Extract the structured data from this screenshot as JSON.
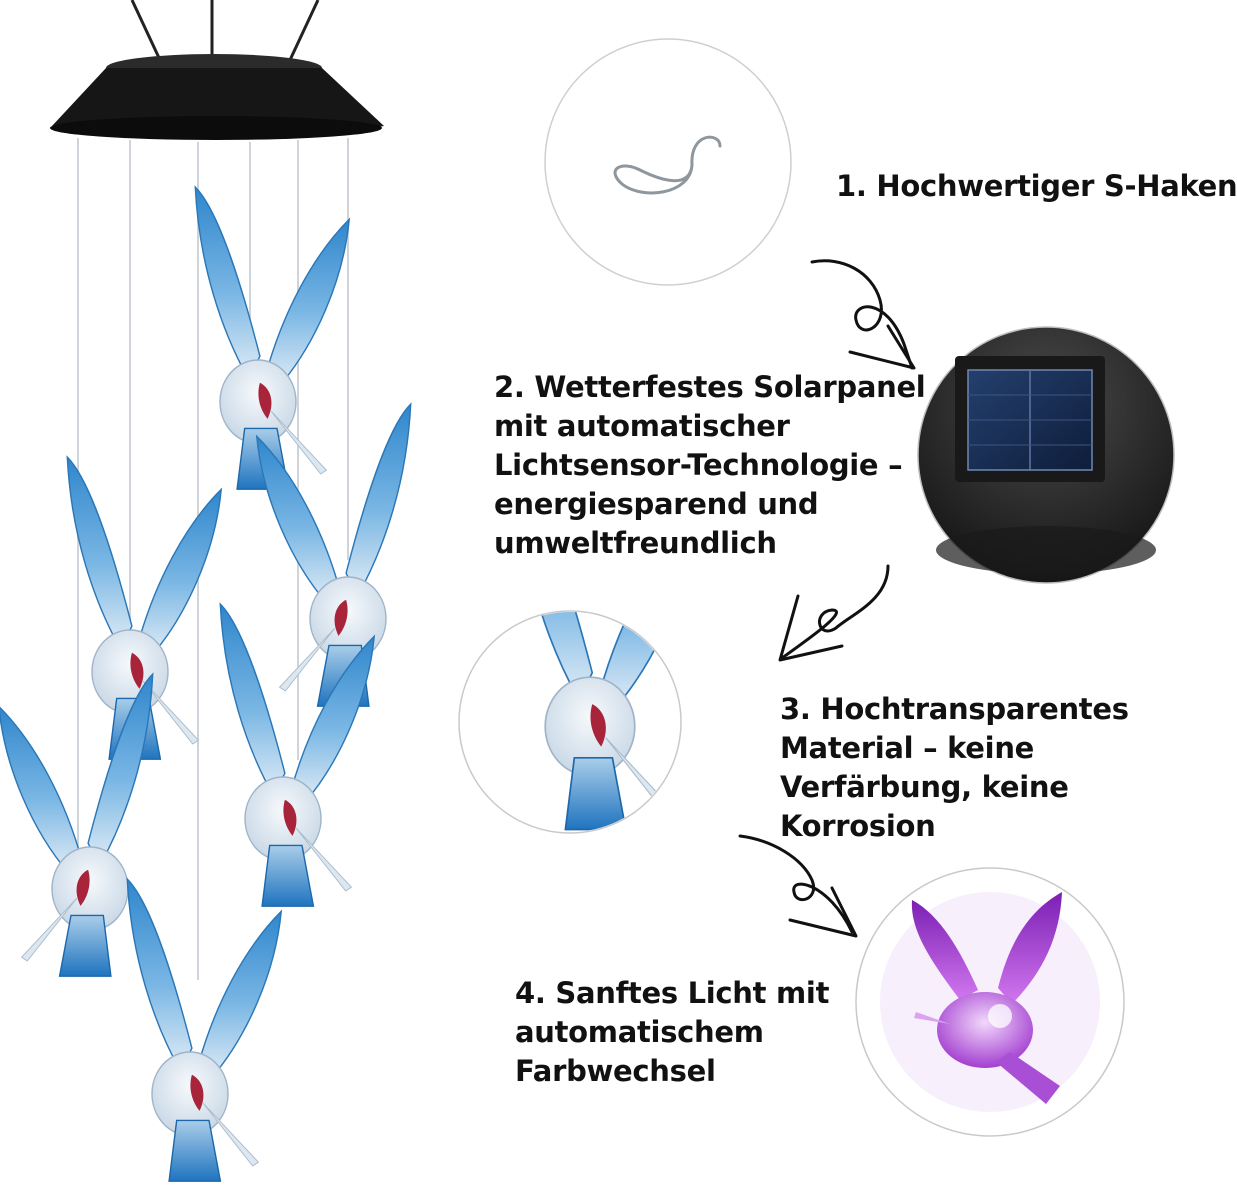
{
  "features": [
    {
      "lines": [
        "1. Hochwertiger S-Haken"
      ]
    },
    {
      "lines": [
        "2. Wetterfestes Solarpanel",
        "mit automatischer",
        "Lichtsensor-Technologie –",
        "energiesparend und",
        "umweltfreundlich"
      ]
    },
    {
      "lines": [
        "3. Hochtransparentes",
        "Material – keine",
        "Verfärbung, keine",
        "Korrosion"
      ]
    },
    {
      "lines": [
        "4. Sanftes Licht mit",
        "automatischem",
        "Farbwechsel"
      ]
    }
  ],
  "colors": {
    "background": "#ffffff",
    "text": "#111111",
    "bird_blue": "#3a8fd0",
    "bird_clear": "#dfe9f2",
    "bird_throat": "#a8243a",
    "lid": "#141414",
    "glow_purple": "#b03fd8"
  },
  "icons": [
    "s-hook-icon",
    "solar-panel-icon",
    "hummingbird-icon",
    "arrow-icon"
  ]
}
